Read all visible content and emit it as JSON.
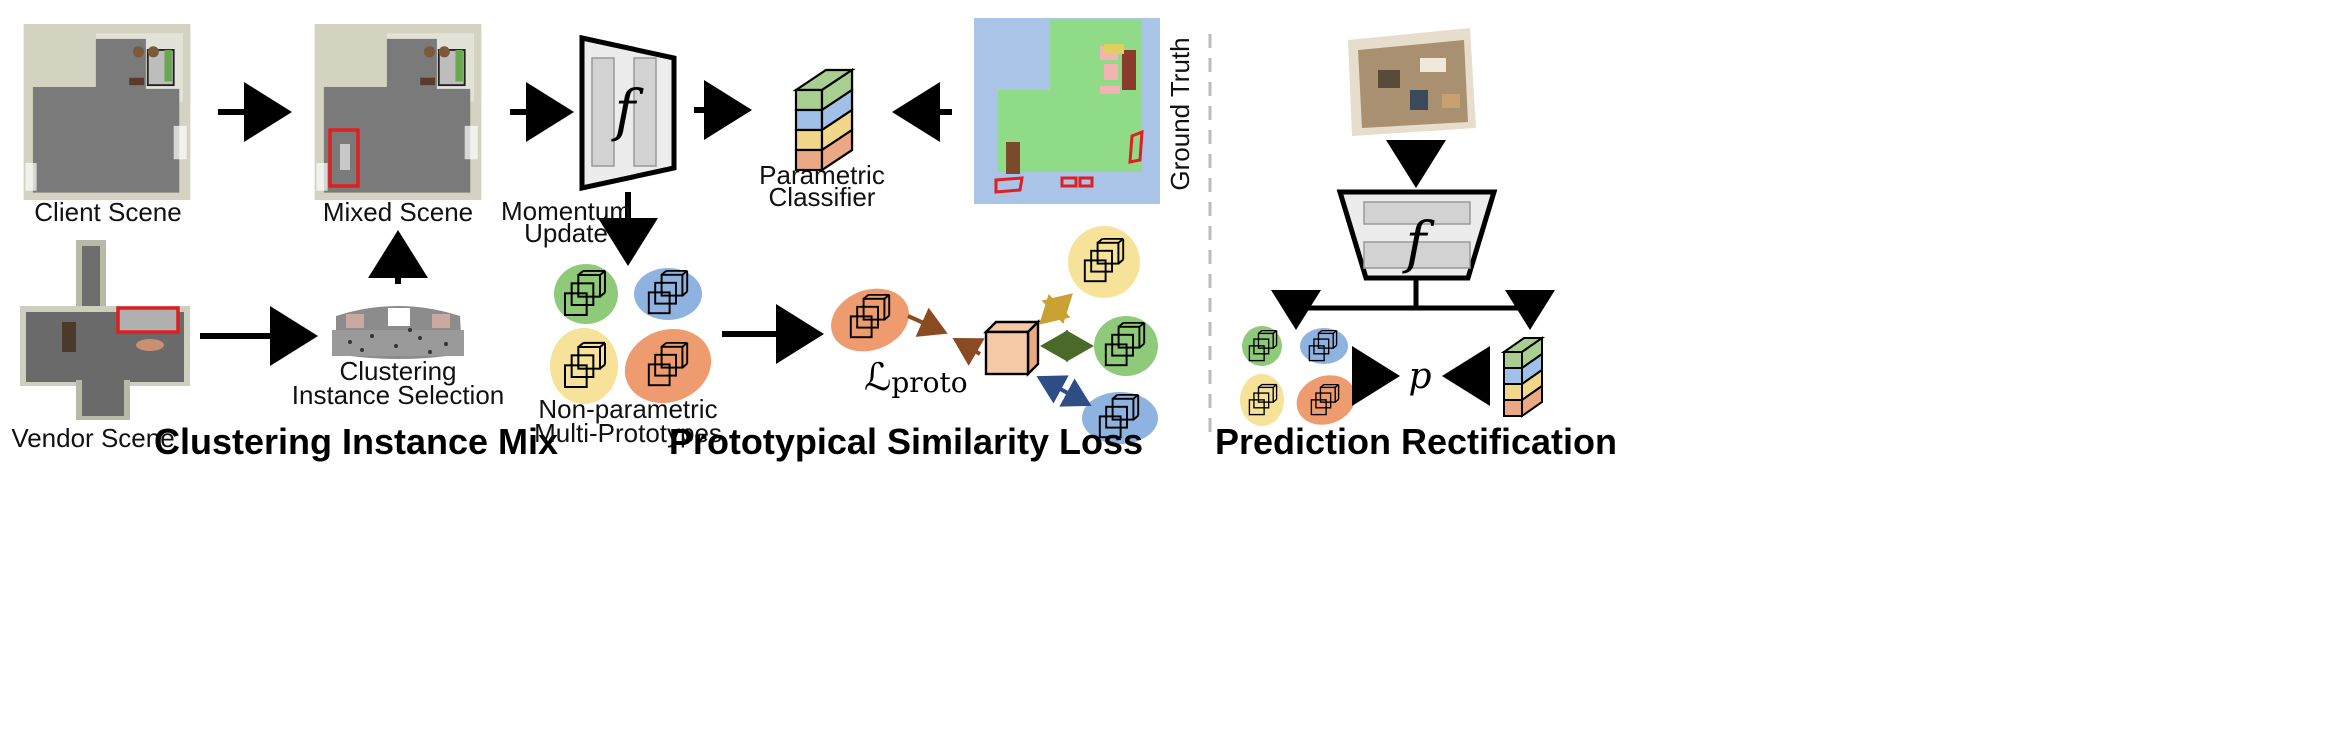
{
  "labels": {
    "client_scene": "Client Scene",
    "vendor_scene": "Vendor Scene",
    "mixed_scene": "Mixed Scene",
    "clustering_line1": "Clustering",
    "clustering_line2": "Instance Selection",
    "momentum_line1": "Momentum",
    "momentum_line2": "Update",
    "parametric_line1": "Parametric",
    "parametric_line2": "Classifier",
    "nonparam_line1": "Non-parametric",
    "nonparam_line2": "Multi-Prototypes",
    "ground_truth": "Ground Truth",
    "f_symbol": "f",
    "loss_script": "ℒ",
    "loss_sub": "proto",
    "p_symbol": "p"
  },
  "sections": {
    "mix": "Clustering Instance Mix",
    "proto": "Prototypical Similarity Loss",
    "rect": "Prediction Rectification"
  },
  "colors": {
    "green_blob": "#8fc97a",
    "blue_blob": "#8fb3e0",
    "yellow_blob": "#f7e29a",
    "orange_blob": "#ee9c6f",
    "arrow_orange": "#8a4a22",
    "arrow_yellow": "#c9a233",
    "arrow_green": "#4a6a2a",
    "arrow_blue": "#2d4f86",
    "floor_gray": "#7a7a7a",
    "wall_beige": "#d4d3c2",
    "gt_blue": "#a9c4e6",
    "gt_green": "#8fdb87",
    "highlight_red": "#e02020"
  }
}
